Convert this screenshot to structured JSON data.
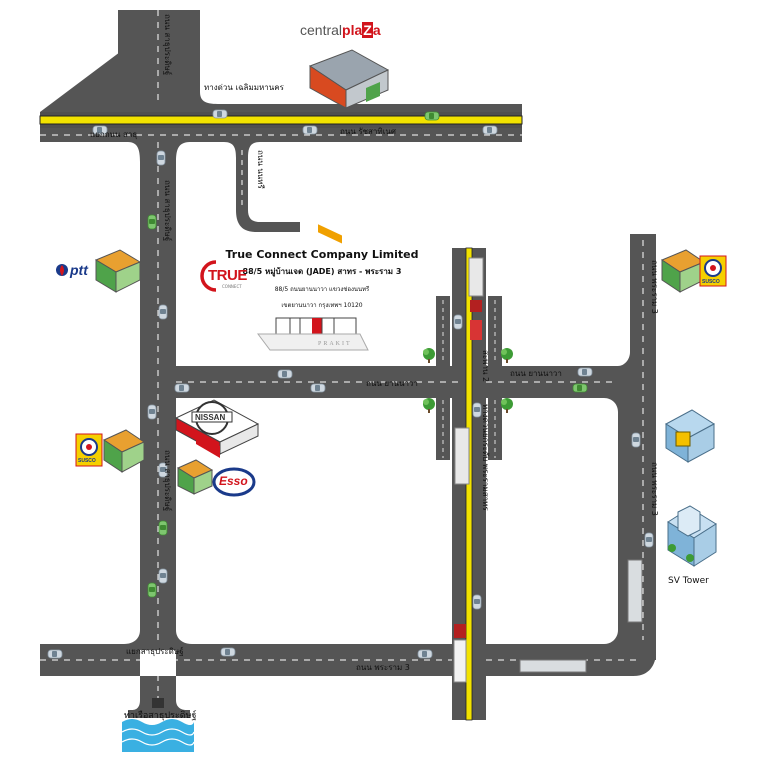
{
  "map": {
    "company": {
      "name": "True Connect Company Limited",
      "line1": "88/5 หมู่บ้านเจด (JADE) สาทร - พระราม 3",
      "line2": "88/5 ถนนยานนาวา แขวงช่องนนทรี",
      "line3": "เขตยานนาวา กรุงเทพฯ 10120",
      "logo_text": "TRUE",
      "logo_sub": "CONNECT"
    },
    "roads": {
      "expressway": "ทางด่วน เฉลิมมหานคร",
      "rajsathit": "ถนน รัชสาทิเนศ",
      "sathu_junction": "แยกถนน สาธุ",
      "nonsi": "ถนน นนทรี",
      "sathu_pradit": "ถนน สาธุประดิษฐ์",
      "yannawa_a": "ถนน ยานนาวา",
      "yannawa_b": "ถนน ยานนาวา",
      "rama3_junction": "แยกสาธุประดิษฐ์",
      "rama3_bottom": "ถนน พระราม 3",
      "rama3_right_top": "ถนน พระราม 3",
      "rama3_right_mid": "ถนน พระราม 3",
      "bridge_top": "สะพาน 2",
      "bridge_long": "ทางด่วนยกระดับ พระรามสาทร",
      "pier": "ท่าเรือสาธุประดิษฐ์"
    },
    "landmarks": {
      "central": "centralplaza",
      "central_a": "central",
      "central_b": "pla",
      "central_c": "Z",
      "central_d": "a",
      "ptt": "ptt",
      "susco": "SUSCO",
      "esso": "Esso",
      "nissan": "NISSAN",
      "prakit": "PRAKIT",
      "sv_tower": "SV Tower"
    },
    "colors": {
      "road": "#555555",
      "road_edge": "#333333",
      "yellow": "#f2e200",
      "water": "#3ab0e2",
      "accent_red": "#d2141c"
    }
  }
}
